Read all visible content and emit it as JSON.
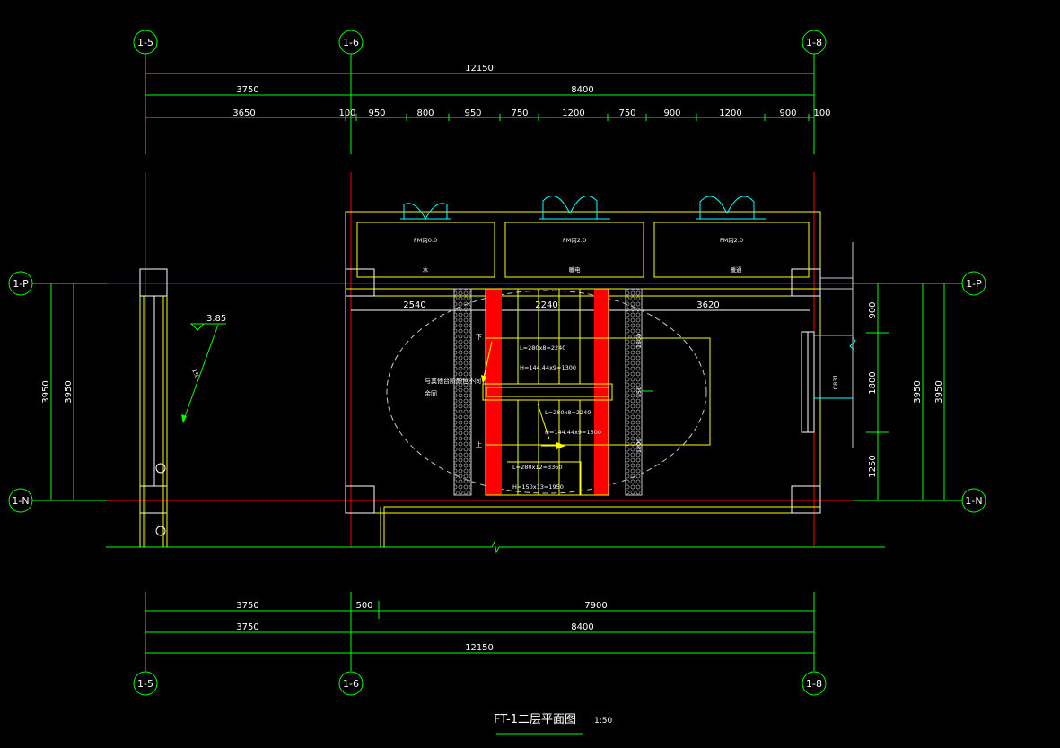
{
  "drawing": {
    "title": "FT-1二层平面图",
    "scale": "1:50"
  },
  "grid_axes": {
    "vertical": [
      "1-5",
      "1-6",
      "1-8"
    ],
    "horizontal": [
      "1-P",
      "1-N"
    ]
  },
  "top_dimensions": {
    "overall": "12150",
    "row2": [
      "3750",
      "8400"
    ],
    "row3": [
      "3650",
      "100",
      "950",
      "800",
      "950",
      "750",
      "1200",
      "750",
      "900",
      "1200",
      "900",
      "100"
    ]
  },
  "bottom_dimensions": {
    "row1": [
      "3750",
      "500",
      "7900"
    ],
    "row2": [
      "3750",
      "8400"
    ],
    "overall": "12150"
  },
  "left_dimensions": [
    "3950",
    "3950"
  ],
  "right_dimensions": {
    "segments": [
      "900",
      "1800",
      "1250"
    ],
    "totals": [
      "3950",
      "3950"
    ],
    "door_tag": "C831"
  },
  "interior_dimensions": [
    "2540",
    "2240",
    "3620"
  ],
  "stair_notes": {
    "down_label": "下",
    "up_label": "上",
    "flight_upper_L": "L=280x8=2240",
    "flight_upper_H": "H=144.44x9=1300",
    "flight_lower_L": "L=280x8=2240",
    "flight_lower_H": "H=144.44x9=1300",
    "flight_bottom_L": "L=280x12=3360",
    "flight_bottom_H": "H=150x13=1950",
    "side_dims": [
      "1800",
      "150",
      "1800"
    ],
    "note_line1": "与其他台阶颜色不同",
    "note_line2": "余同"
  },
  "rooms": [
    {
      "code": "FM丙0.0",
      "name": "水"
    },
    {
      "code": "FM丙2.0",
      "name": "暖电"
    },
    {
      "code": "FM丙2.0",
      "name": "暖通"
    }
  ],
  "elevation_mark": "3.85",
  "slope_mark": "1%"
}
